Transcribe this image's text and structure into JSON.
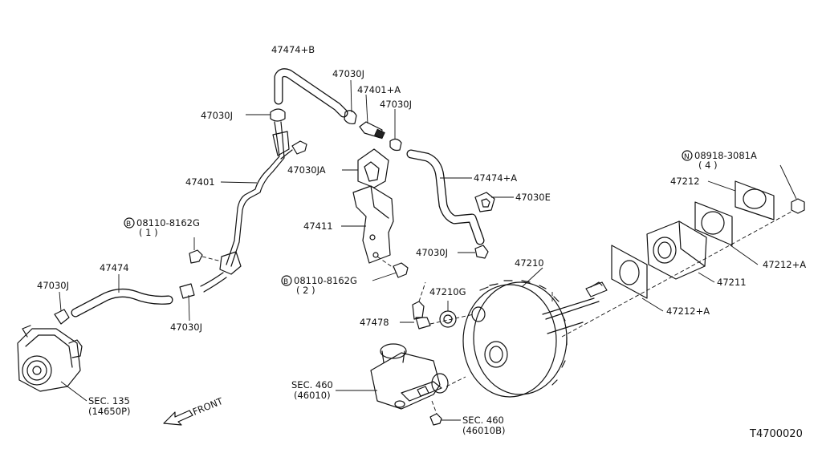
{
  "labels": {
    "hose_474b": "47474+B",
    "clamp_030j_a": "47030J",
    "connector_401a": "47401+A",
    "clamp_030j_b": "47030J",
    "clamp_030j_c": "47030J",
    "tube_401": "47401",
    "clamp_030ja": "47030JA",
    "hose_474a": "47474+A",
    "clamp_030e": "47030E",
    "bracket_411": "47411",
    "bolt_b1_code": "08110-8162G",
    "bolt_b1_qty": "( 1 )",
    "hose_474": "47474",
    "clamp_030j_d": "47030J",
    "clamp_030j_e": "47030J",
    "clamp_030j_f": "47030J",
    "bolt_b2_code": "08110-8162G",
    "bolt_b2_qty": "( 2 )",
    "booster_210": "47210",
    "grommet_210g": "47210G",
    "valve_478": "47478",
    "nut_n_code": "08918-3081A",
    "nut_n_qty": "( 4 )",
    "gasket_212": "47212",
    "gasket_212a_1": "47212+A",
    "spacer_211": "47211",
    "gasket_212a_2": "47212+A",
    "sec_460_a": "SEC. 460",
    "sec_460_a_ref": "(46010)",
    "sec_460_b": "SEC. 460",
    "sec_460_b_ref": "(46010B)",
    "sec_135": "SEC. 135",
    "sec_135_ref": "(14650P)",
    "front": "FRONT",
    "drawing_id": "T4700020",
    "circle_b": "B",
    "circle_n": "N"
  }
}
